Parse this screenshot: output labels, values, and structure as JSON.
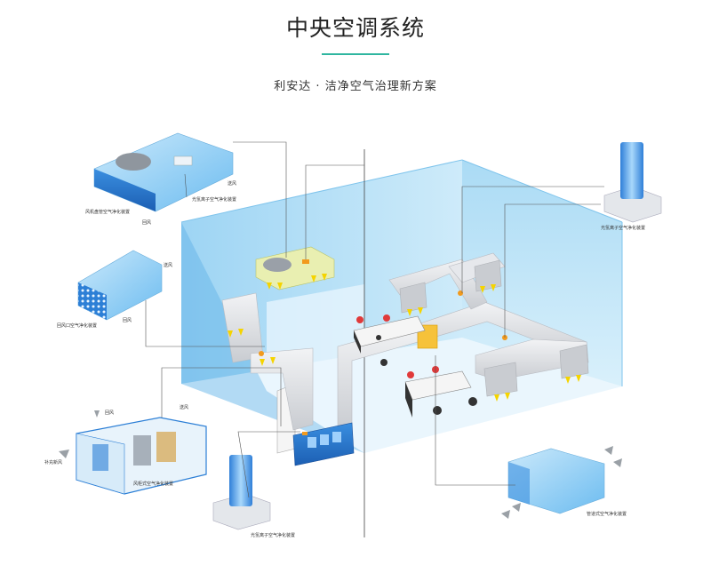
{
  "header": {
    "title": "中央空调系统",
    "subtitle": "利安达 · 洁净空气治理新方案"
  },
  "accent_color": "#2fb6a0",
  "room_color": "#8fd0f0",
  "labels": {
    "top_left_device": "风机盘管空气净化装置",
    "top_left_ion": "光氢离子空气净化装置",
    "top_left_return": "回风",
    "top_left_supply": "送风",
    "mid_left_device": "回风口空气净化装置",
    "mid_left_return": "回风",
    "mid_left_supply": "送风",
    "ahu_device": "风柜式空气净化装置",
    "ahu_return": "回风",
    "ahu_supply": "送风",
    "ahu_fresh": "补充新风",
    "tower_bottom": "光氢离子空气净化装置",
    "tower_top_right": "光氢离子空气净化装置",
    "duct_device": "管道式空气净化装置"
  },
  "icons": [
    "arrow-icon",
    "chair-icon",
    "desk-icon"
  ]
}
